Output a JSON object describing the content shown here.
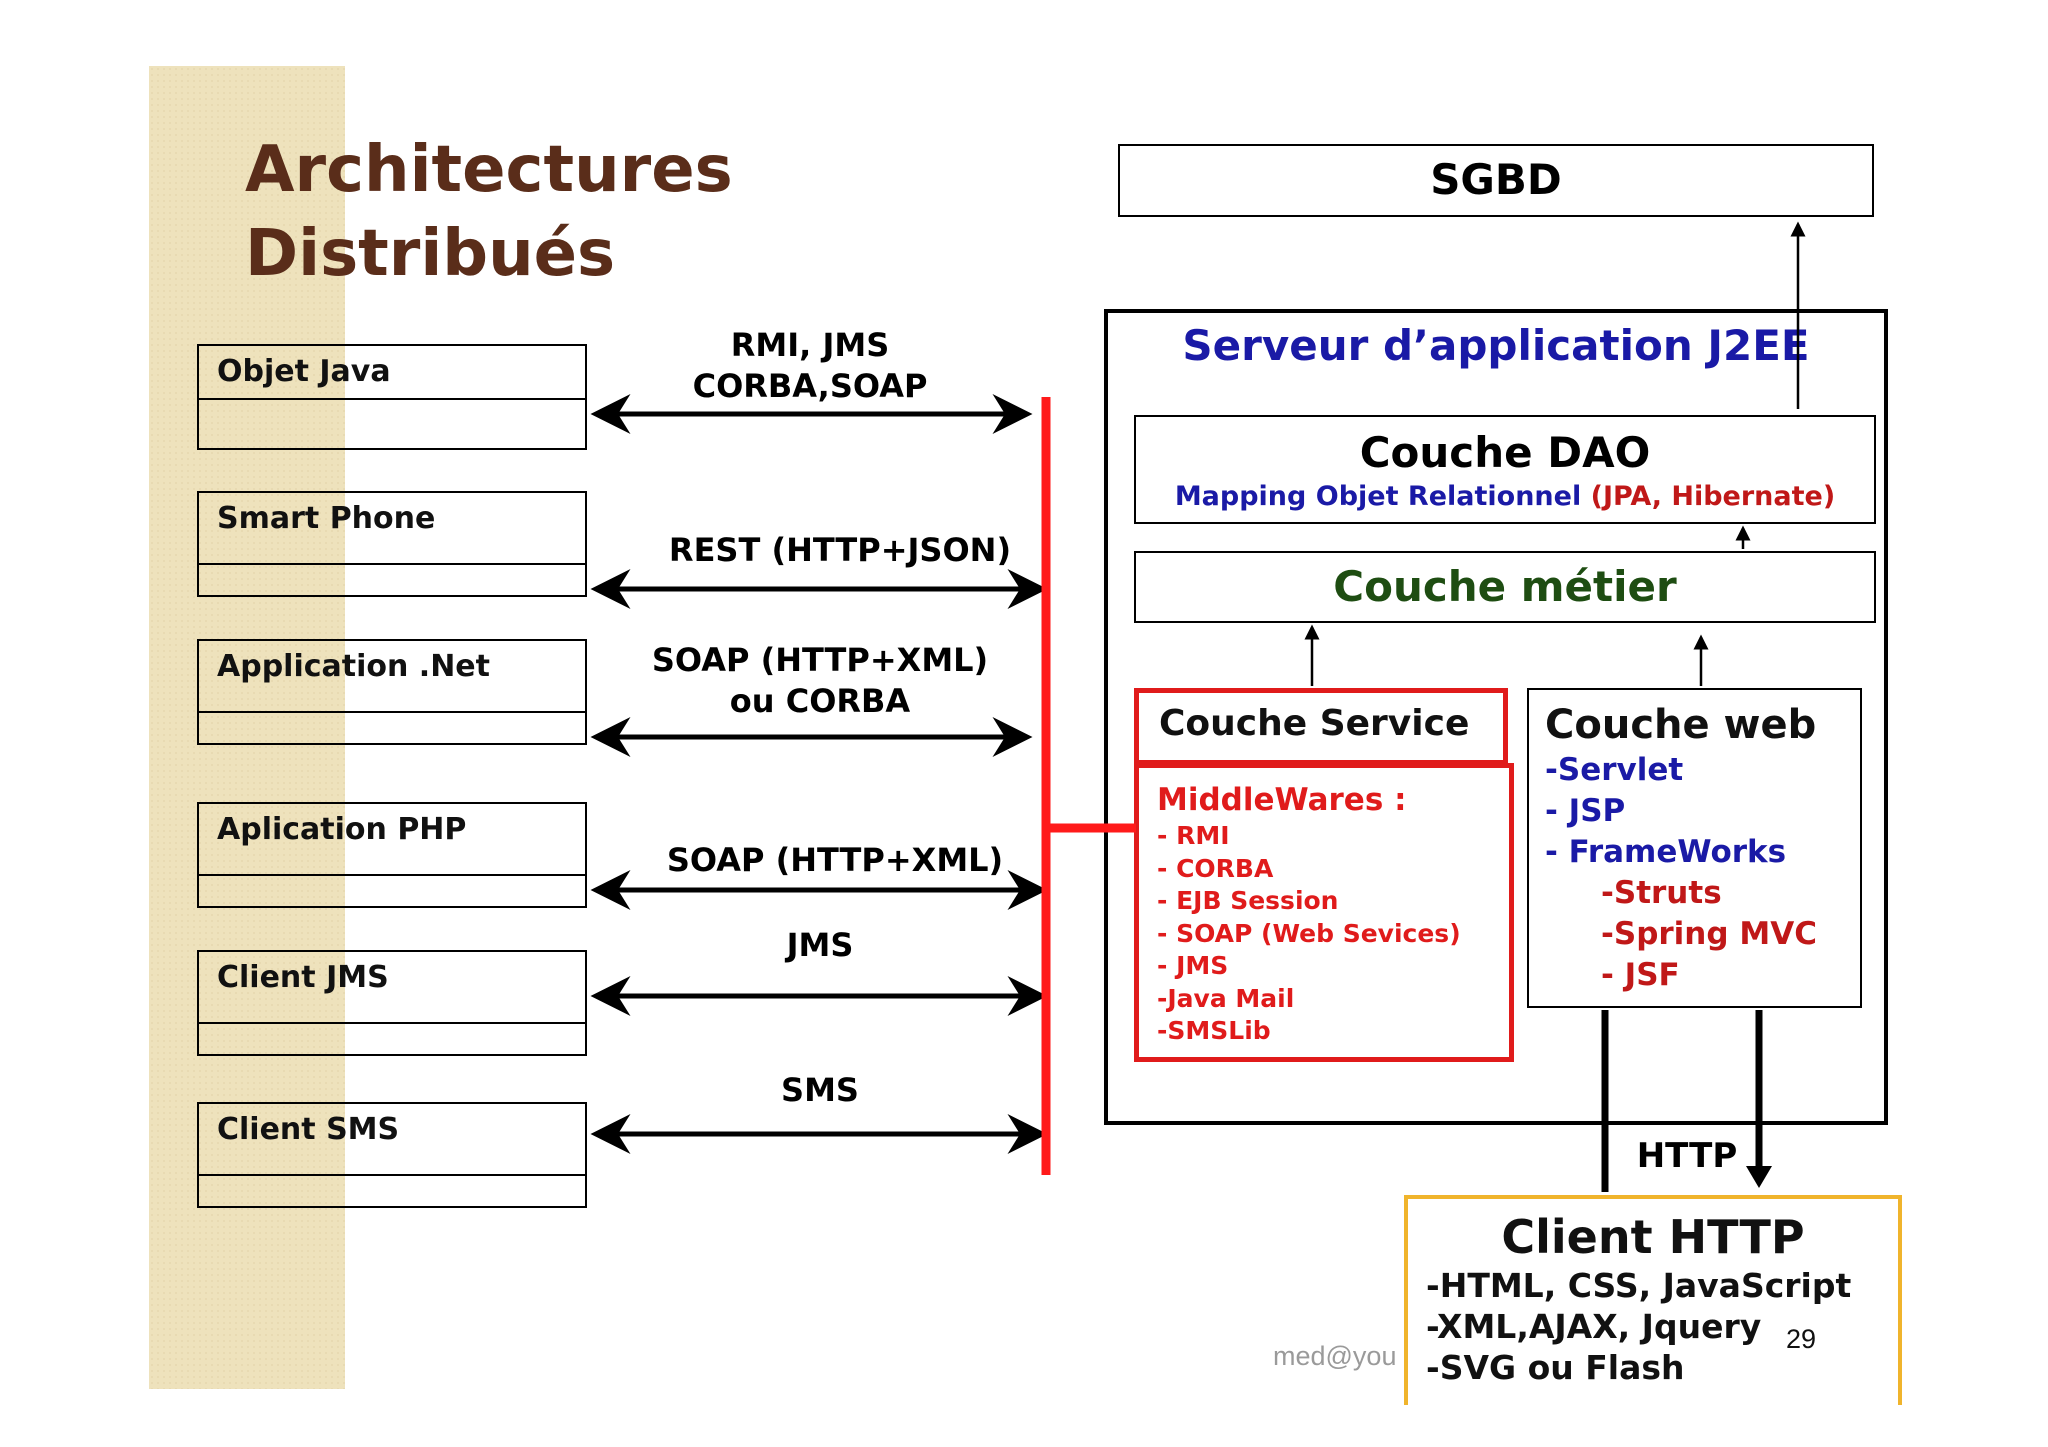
{
  "title": {
    "line1": "Architectures",
    "line2": "Distribués"
  },
  "clients": [
    {
      "label": "Objet Java"
    },
    {
      "label": "Smart Phone"
    },
    {
      "label": "Application .Net"
    },
    {
      "label": "Aplication PHP"
    },
    {
      "label": "Client JMS"
    },
    {
      "label": "Client SMS"
    }
  ],
  "protocols": [
    {
      "line1": "RMI, JMS",
      "line2": "CORBA,SOAP"
    },
    {
      "line1": "REST (HTTP+JSON)"
    },
    {
      "line1": "SOAP (HTTP+XML)",
      "line2": "ou CORBA"
    },
    {
      "line1": "SOAP (HTTP+XML)"
    },
    {
      "line1": "JMS"
    },
    {
      "line1": "SMS"
    }
  ],
  "sgbd": {
    "label": "SGBD"
  },
  "server": {
    "title": "Serveur d’application J2EE"
  },
  "dao": {
    "title": "Couche DAO",
    "subtitle_blue": "Mapping Objet Relationnel ",
    "subtitle_red": "(JPA, Hibernate)"
  },
  "metier": {
    "title": "Couche métier"
  },
  "service": {
    "title": "Couche Service"
  },
  "middleware": {
    "title": "MiddleWares :",
    "items": [
      "- RMI",
      "- CORBA",
      "- EJB Session",
      "- SOAP (Web Sevices)",
      "- JMS",
      "-Java Mail",
      "-SMSLib"
    ]
  },
  "web": {
    "title": "Couche web",
    "items_blue": [
      "-Servlet",
      "- JSP",
      "- FrameWorks"
    ],
    "items_red": [
      "-Struts",
      "-Spring MVC",
      "- JSF"
    ]
  },
  "http_label": "HTTP",
  "client_http": {
    "title": "Client HTTP",
    "items": [
      "-HTML, CSS, JavaScript",
      "-XML,AJAX, Jquery",
      "-SVG ou  Flash"
    ]
  },
  "footer": {
    "author": "med@you",
    "page": "29"
  },
  "colors": {
    "title_brown": "#5a2d1a",
    "blue": "#1a1aa6",
    "red": "#e01b1b",
    "dark_red": "#c01818",
    "green": "#1e4d12",
    "gold": "#f0b42c",
    "bus_red": "#ff1a1a"
  }
}
